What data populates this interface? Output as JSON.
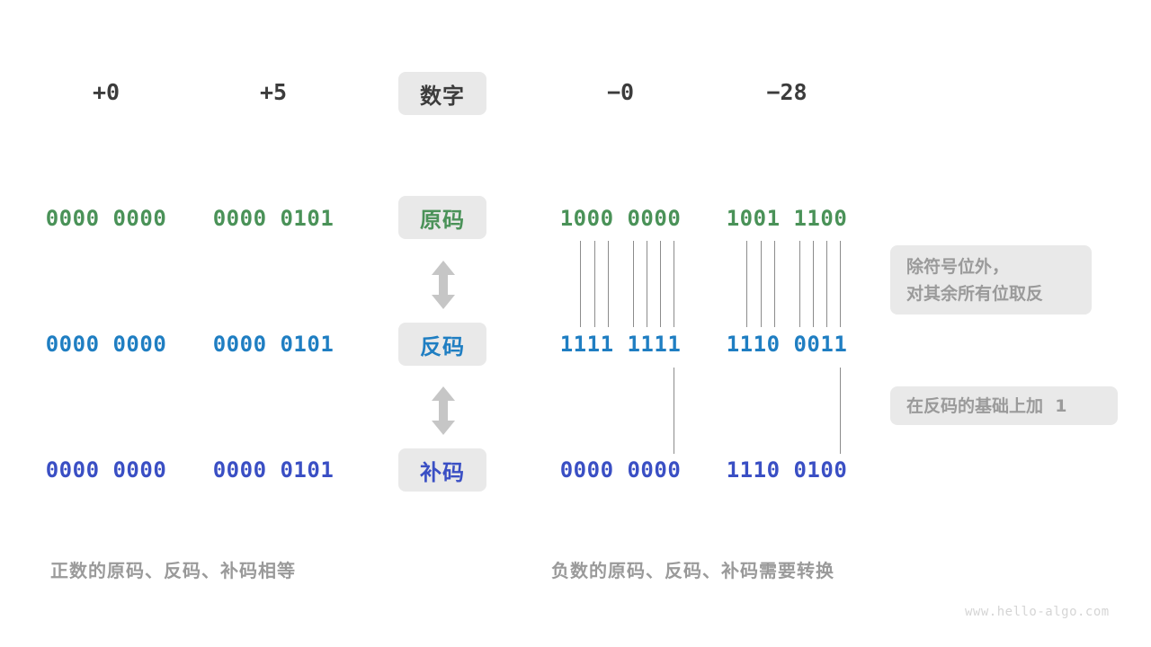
{
  "page": {
    "watermark": "www.hello-algo.com",
    "accent_green": "#4a9258",
    "accent_blue": "#1f7ec2",
    "accent_indigo": "#3a4fc4",
    "pill_bg": "#e9e9e9",
    "muted": "#9a9a9a"
  },
  "header": {
    "label": "数字",
    "columns": [
      "+0",
      "+5",
      "−0",
      "−28"
    ]
  },
  "rows": [
    {
      "label": "原码",
      "label_color": "#4a9258",
      "values": [
        "0000 0000",
        "0000 0101",
        "1000 0000",
        "1001 1100"
      ]
    },
    {
      "label": "反码",
      "label_color": "#1f7ec2",
      "values": [
        "0000 0000",
        "0000 0101",
        "1111 1111",
        "1110 0011"
      ]
    },
    {
      "label": "补码",
      "label_color": "#3a4fc4",
      "values": [
        "0000 0000",
        "0000 0101",
        "0000 0000",
        "1110 0100"
      ]
    }
  ],
  "notes": [
    {
      "line1": "除符号位外，",
      "line2": "对其余所有位取反"
    },
    {
      "line1": "在反码的基础上加  1",
      "line2": ""
    }
  ],
  "captions": {
    "left": "正数的原码、反码、补码相等",
    "right": "负数的原码、反码、补码需要转换"
  },
  "arrows": {
    "icon": "double-vertical-arrow",
    "color": "#c6c6c6"
  }
}
